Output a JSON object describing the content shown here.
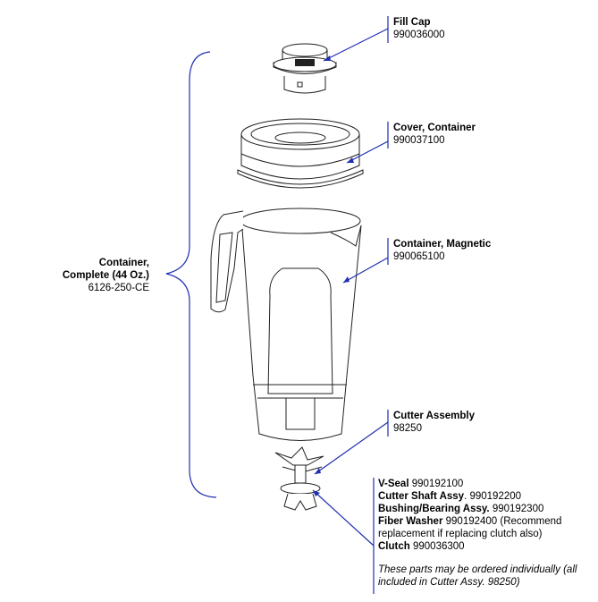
{
  "colors": {
    "leader": "#1f2fb0",
    "outline": "#222222",
    "background": "#ffffff"
  },
  "container_complete": {
    "name_line1": "Container,",
    "name_line2": "Complete (44 Oz.)",
    "part": "6126-250-CE"
  },
  "fill_cap": {
    "name": "Fill Cap",
    "part": "990036000"
  },
  "cover": {
    "name": "Cover, Container",
    "part": "990037100"
  },
  "container_magnetic": {
    "name": "Container, Magnetic",
    "part": "990065100"
  },
  "cutter_assembly": {
    "name": "Cutter Assembly",
    "part": "98250"
  },
  "parts_list": [
    {
      "name": "V-Seal",
      "part": "990192100"
    },
    {
      "name": "Cutter Shaft Assy",
      "part": ". 990192200"
    },
    {
      "name": "Bushing/Bearing Assy.",
      "part": "990192300"
    },
    {
      "name": "Fiber Washer",
      "part": "990192400 (Recommend"
    },
    {
      "name": "",
      "part": "replacement if replacing clutch also)"
    },
    {
      "name": "Clutch",
      "part": "990036300"
    }
  ],
  "note_line1": "These parts may be ordered individually (all",
  "note_line2": "included in Cutter Assy. 98250)"
}
